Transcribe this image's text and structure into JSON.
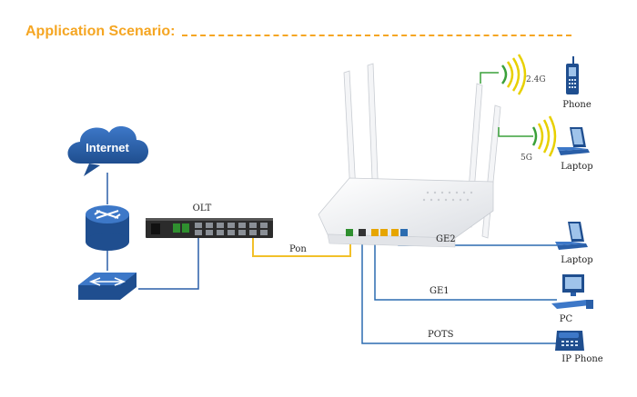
{
  "title": "Application Scenario:",
  "internet_label": "Internet",
  "olt_label": "OLT",
  "links": {
    "pon": "Pon",
    "ge2": "GE2",
    "ge1": "GE1",
    "pots": "POTS"
  },
  "wifi": {
    "band_24": "2.4G",
    "band_5": "5G"
  },
  "devices": {
    "phone": "Phone",
    "laptop_wifi": "Laptop",
    "laptop_wired": "Laptop",
    "pc": "PC",
    "ip_phone": "IP Phone"
  },
  "colors": {
    "title": "#f5a623",
    "network_blue": "#2a5fa8",
    "pon_line": "#f2c029",
    "ethernet_line": "#2b6cb0",
    "wifi_yellow": "#e8d000",
    "wifi_green": "#3aa03a"
  }
}
